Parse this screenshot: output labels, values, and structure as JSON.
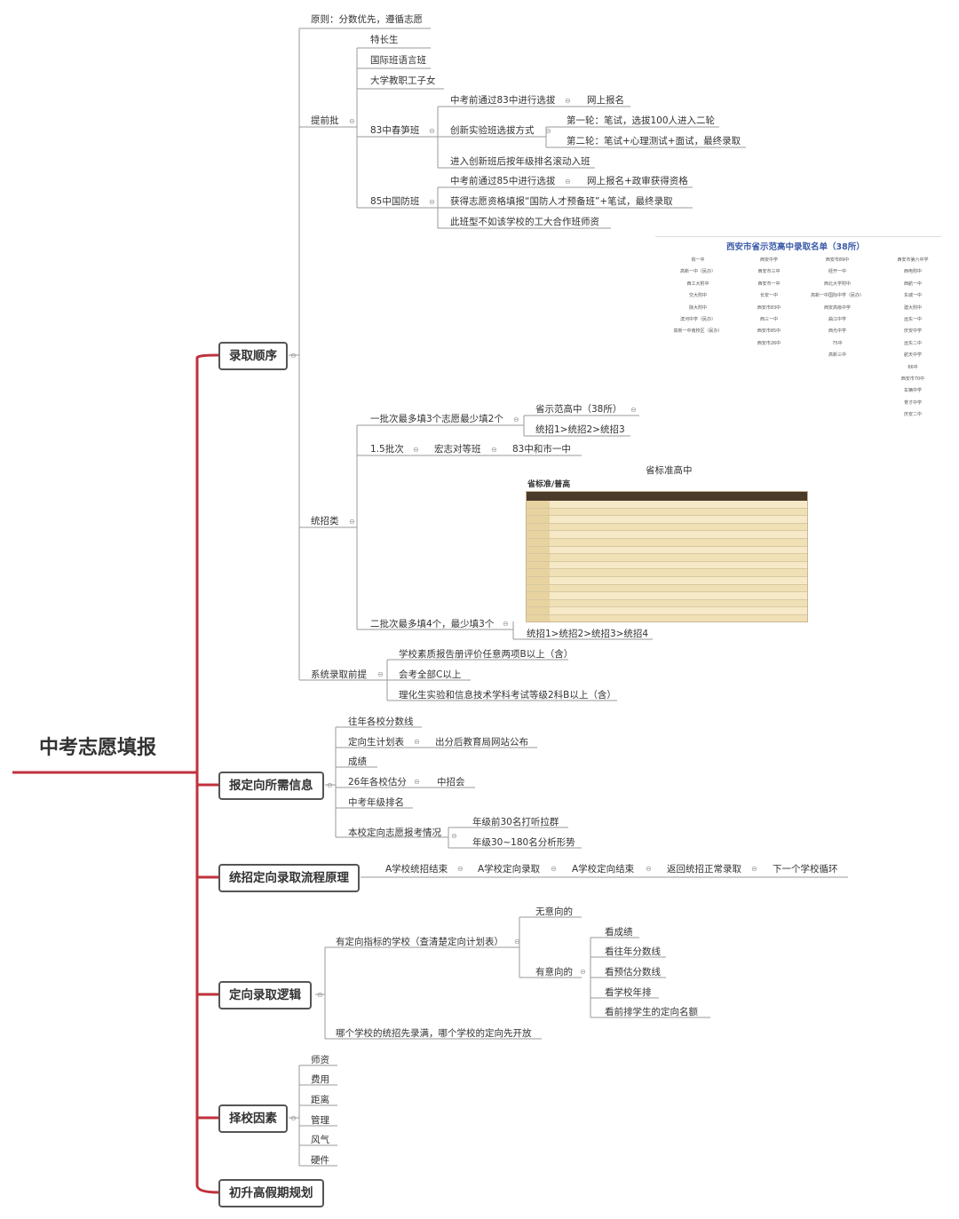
{
  "root": "中考志愿填报",
  "branches": {
    "b1": "录取顺序",
    "b2": "报定向所需信息",
    "b3": "统招定向录取流程原理",
    "b4": "定向录取逻辑",
    "b5": "择校因素",
    "b6": "初升高假期规划"
  },
  "order": {
    "principle": "原则：分数优先，遵循志愿",
    "early": "提前批",
    "early_items": [
      "特长生",
      "国际班语言班",
      "大学教职工子女"
    ],
    "c83": "83中春笋班",
    "c83_a": "中考前通过83中进行选拔",
    "c83_a2": "网上报名",
    "c83_b": "创新实验班选拔方式",
    "c83_b1": "第一轮：笔试，选拔100人进入二轮",
    "c83_b2": "第二轮：笔试+心理测试+面试，最终录取",
    "c83_c": "进入创新班后按年级排名滚动入班",
    "c85": "85中国防班",
    "c85_a": "中考前通过85中进行选拔",
    "c85_a2": "网上报名+政审获得资格",
    "c85_b": "获得志愿资格填报“国防人才预备班”+笔试，最终录取",
    "c85_c": "此班型不如该学校的工大合作班师资",
    "unified": "统招类",
    "u1": "一批次最多填3个志愿最少填2个",
    "u1a": "省示范高中（38所）",
    "u1b": "统招1>统招2>统招3",
    "u15": "1.5批次",
    "u15a": "宏志对等班",
    "u15b": "83中和市一中",
    "u2_title": "省标准高中",
    "u2": "二批次最多填4个，最少填3个",
    "u2a": "统招1>统招2>统招3>统招4",
    "sys": "系统录取前提",
    "sys_items": [
      "学校素质报告册评价任意两项B以上（含）",
      "会考全部C以上",
      "理化生实验和信息技术学科考试等级2科B以上（含）"
    ]
  },
  "table1": {
    "title": "西安市省示范高中录取名单（38所）",
    "columns": [
      [
        "铁一中",
        "高新一中（民办）",
        "西工大附中",
        "交大附中",
        "陕大附中",
        "滨河中学（民办）",
        "高新一中南校区（民办）"
      ],
      [
        "西安中学",
        "西安市三中",
        "西安市一中",
        "长安一中",
        "西安市83中",
        "西三一中",
        "西安市85中",
        "西安市26中"
      ],
      [
        "西安市89中",
        "经开一中",
        "西北大学附中",
        "高新一中国际中学（民办）",
        "西安高级中学",
        "曲江中学",
        "西光中学",
        "75中",
        "高新三中"
      ],
      [
        "西安市第六中学",
        "西电附中",
        "西航一中",
        "东城一中",
        "建大附中",
        "远东一中",
        "庆安中学",
        "远东二中",
        "航天中学",
        "66中",
        "西安市70中",
        "车辆中学",
        "育才中学",
        "庆安二中"
      ]
    ]
  },
  "table2": {
    "title": "省标准/普高"
  },
  "info": {
    "items": [
      "往年各校分数线",
      "定向生计划表",
      "成绩",
      "26年各校估分",
      "中考年级排名",
      "本校定向志愿报考情况"
    ],
    "plan_note": "出分后教育局网站公布",
    "estimate_note": "中招会",
    "situation_a": "年级前30名打听拉群",
    "situation_b": "年级30~180名分析形势"
  },
  "flow": [
    "A学校统招结束",
    "A学校定向录取",
    "A学校定向结束",
    "返回统招正常录取",
    "下一个学校循环"
  ],
  "logic": {
    "a": "有定向指标的学校（查清楚定向计划表）",
    "no": "无意向的",
    "yes": "有意向的",
    "yes_items": [
      "看成绩",
      "看往年分数线",
      "看预估分数线",
      "看学校年排",
      "看前排学生的定向名额"
    ],
    "b": "哪个学校的统招先录满，哪个学校的定向先开放"
  },
  "factors": [
    "师资",
    "费用",
    "距离",
    "管理",
    "风气",
    "硬件"
  ],
  "colors": {
    "main_line": "#c0313c",
    "sub_line": "#9a9a9a",
    "box_border": "#555555",
    "table_title": "#3a5aa8"
  }
}
